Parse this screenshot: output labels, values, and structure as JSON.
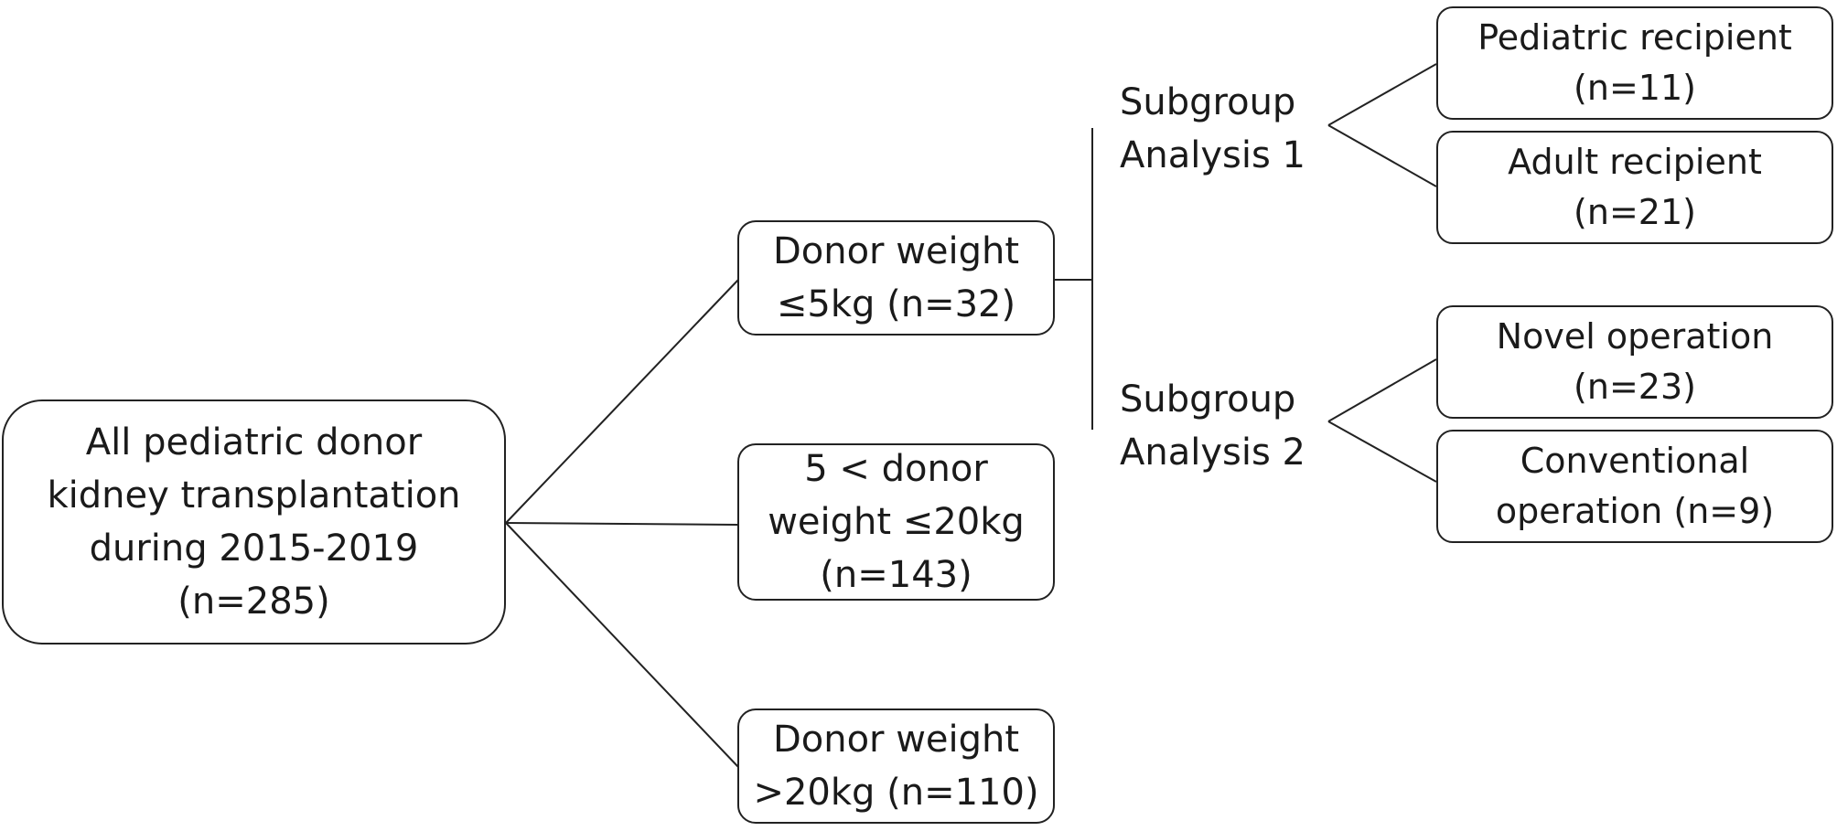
{
  "root": {
    "lines": [
      "All pediatric donor",
      "kidney transplantation",
      "during 2015-2019",
      "(n=285)"
    ]
  },
  "groups": [
    {
      "lines": [
        "Donor weight",
        "≤5kg (n=32)"
      ]
    },
    {
      "lines": [
        "5 < donor",
        "weight ≤20kg",
        "(n=143)"
      ]
    },
    {
      "lines": [
        "Donor weight",
        ">20kg (n=110)"
      ]
    }
  ],
  "subgroup_labels": [
    {
      "lines": [
        "Subgroup",
        "Analysis 1"
      ]
    },
    {
      "lines": [
        "Subgroup",
        "Analysis 2"
      ]
    }
  ],
  "leaves": [
    {
      "lines": [
        "Pediatric recipient",
        "(n=11)"
      ]
    },
    {
      "lines": [
        "Adult recipient",
        "(n=21)"
      ]
    },
    {
      "lines": [
        "Novel operation",
        "(n=23)"
      ]
    },
    {
      "lines": [
        "Conventional",
        "operation (n=9)"
      ]
    }
  ]
}
